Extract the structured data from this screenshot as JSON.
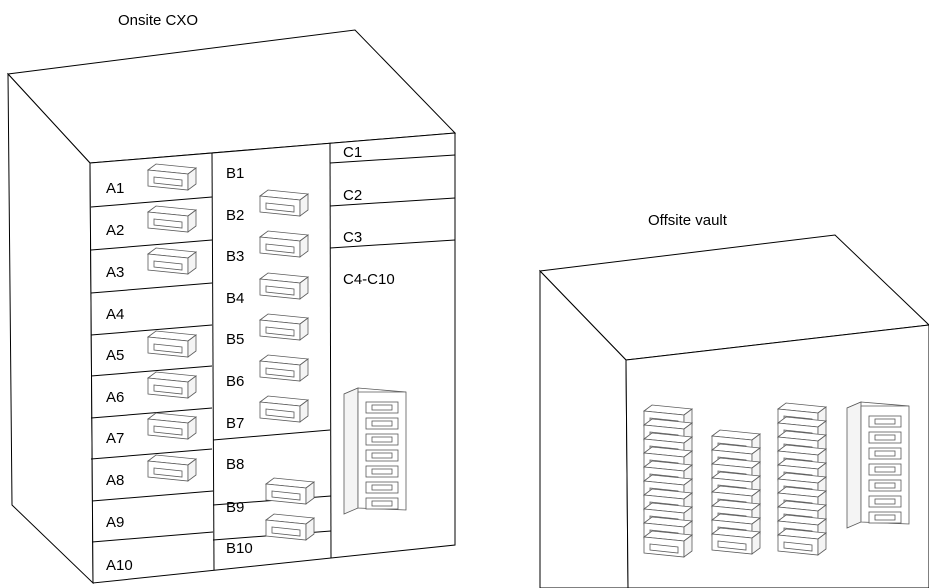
{
  "titles": {
    "onsite": "Onsite CXO",
    "offsite": "Offsite vault"
  },
  "slots": {
    "a": [
      "A1",
      "A2",
      "A3",
      "A4",
      "A5",
      "A6",
      "A7",
      "A8",
      "A9",
      "A10"
    ],
    "b": [
      "B1",
      "B2",
      "B3",
      "B4",
      "B5",
      "B6",
      "B7",
      "B8",
      "B9",
      "B10"
    ],
    "c": [
      "C1",
      "C2",
      "C3",
      "C4-C10"
    ]
  },
  "icons": {
    "cartridge": "tape-cartridge-icon",
    "magazine": "tape-magazine-icon"
  }
}
